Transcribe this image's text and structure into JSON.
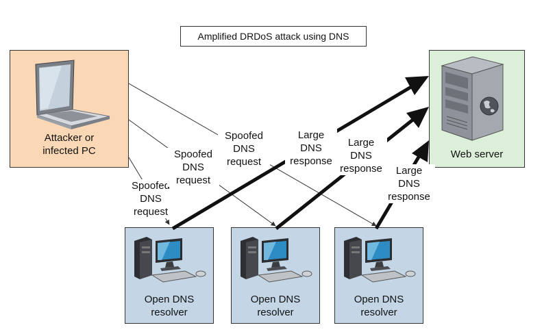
{
  "title": "Amplified DRDoS attack using DNS",
  "attacker": {
    "line1": "Attacker or",
    "line2": "infected PC"
  },
  "server": {
    "label": "Web server"
  },
  "resolvers": [
    {
      "line1": "Open DNS",
      "line2": "resolver"
    },
    {
      "line1": "Open DNS",
      "line2": "resolver"
    },
    {
      "line1": "Open DNS",
      "line2": "resolver"
    }
  ],
  "requests": [
    {
      "line1": "Spoofed",
      "line2": "DNS",
      "line3": "request"
    },
    {
      "line1": "Spoofed",
      "line2": "DNS",
      "line3": "request"
    },
    {
      "line1": "Spoofed",
      "line2": "DNS",
      "line3": "request"
    }
  ],
  "responses": [
    {
      "line1": "Large",
      "line2": "DNS",
      "line3": "response"
    },
    {
      "line1": "Large",
      "line2": "DNS",
      "line3": "response"
    },
    {
      "line1": "Large",
      "line2": "DNS",
      "line3": "response"
    }
  ],
  "colors": {
    "attacker_fill": "#fbd8b5",
    "server_fill": "#dcefd9",
    "resolver_fill": "#c4d6e6",
    "arrow": "#111111"
  }
}
